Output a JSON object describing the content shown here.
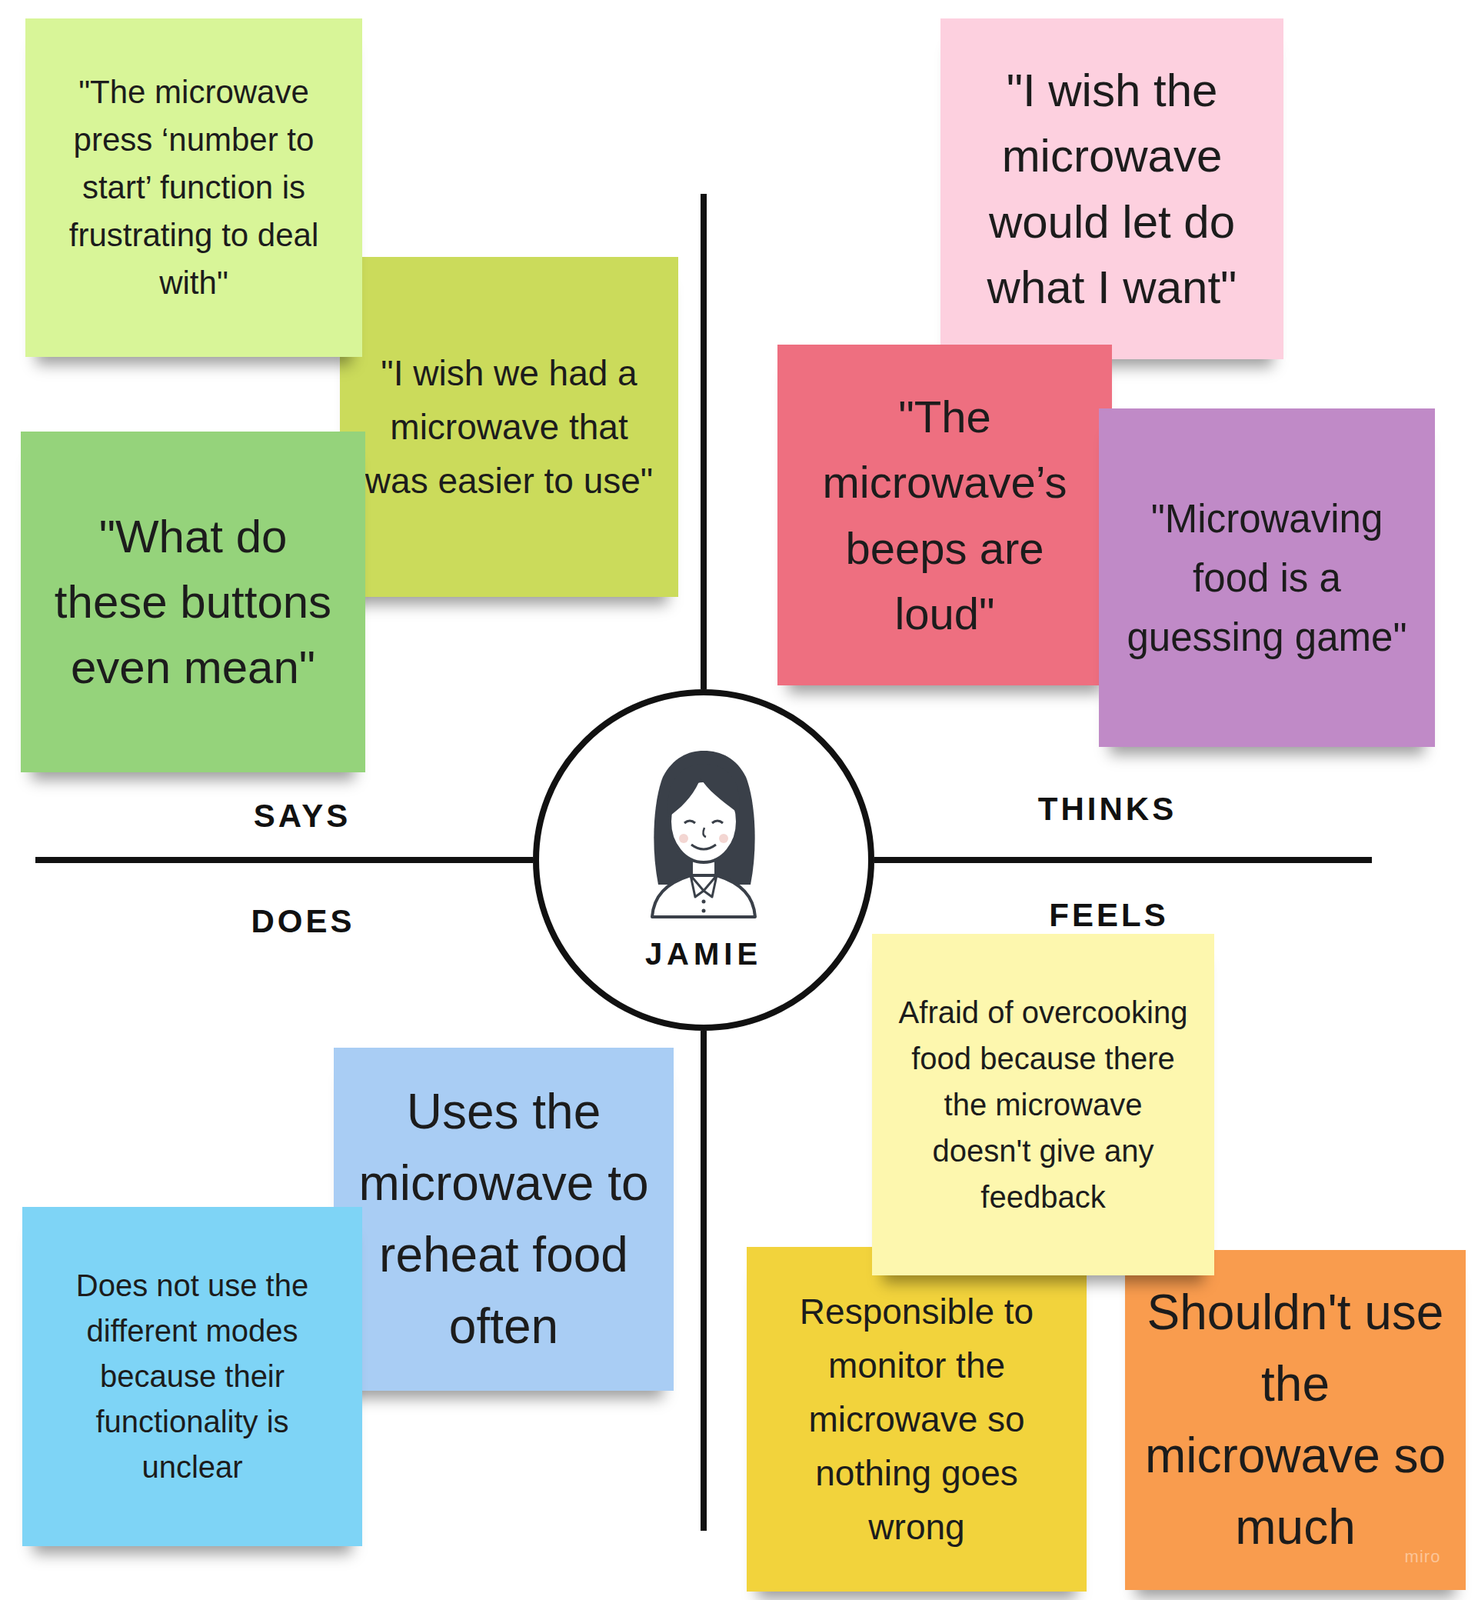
{
  "diagram": {
    "nodes": [
      {
        "text": [
          "\"The microwave press ‘number to start’ function is frustrating to deal with\""
        ]
      },
      {
        "text": [
          "\"I wish we had a microwave that was easier to use\""
        ]
      },
      {
        "text": [
          "\"What do these buttons even mean\""
        ]
      },
      {
        "text": [
          "\"I wish the microwave would let do what I want\""
        ]
      },
      {
        "text": [
          "\"The microwave’s beeps are loud\""
        ]
      },
      {
        "text": [
          "\"Microwaving food is a guessing game\""
        ]
      },
      {
        "text": [
          "JAMIE"
        ]
      },
      {
        "text": [
          "Uses the microwave to reheat food often"
        ]
      },
      {
        "text": [
          "Does not use the different modes because their functionality is unclear"
        ]
      },
      {
        "text": [
          "Afraid of overcooking food because there the microwave doesn't give any feedback"
        ]
      },
      {
        "text": [
          "Responsible to monitor the microwave so nothing goes wrong"
        ]
      },
      {
        "text": [
          "Shouldn't use the microwave so much"
        ]
      }
    ],
    "labels": [
      "SAYS",
      "THINKS",
      "DOES",
      "FEELS",
      "miro"
    ]
  }
}
